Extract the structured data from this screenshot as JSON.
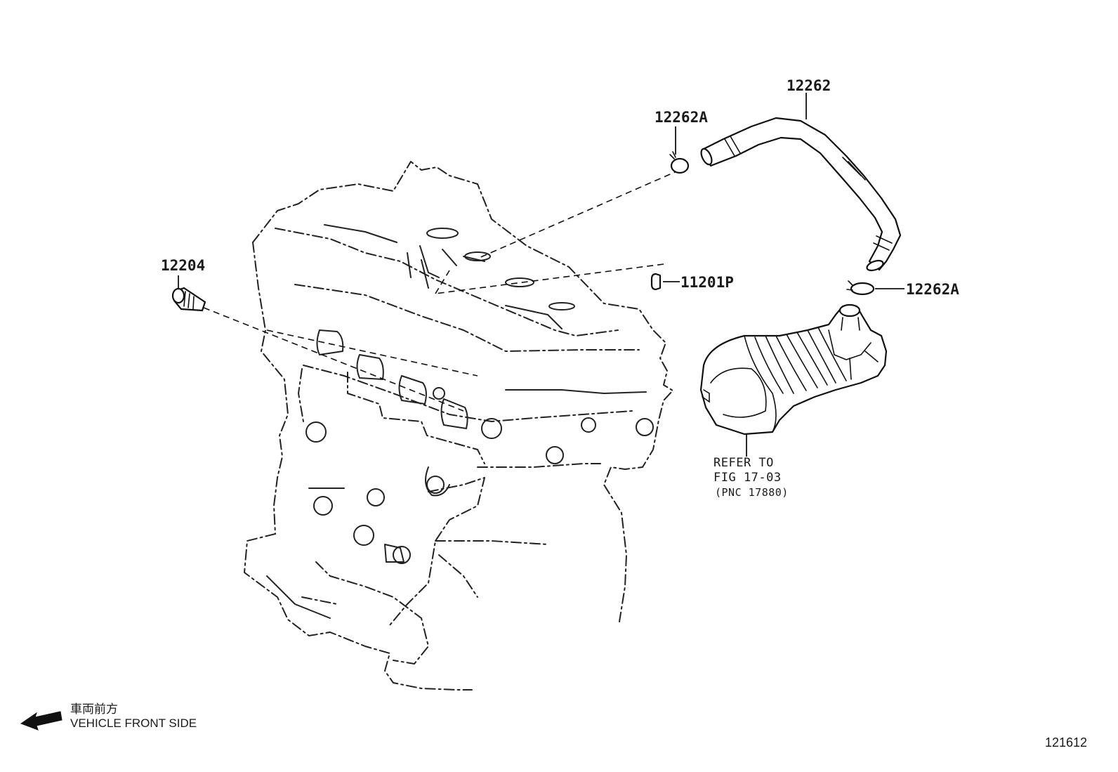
{
  "diagram": {
    "labels": {
      "hose": "12262",
      "clamp_top": "12262A",
      "clamp_right": "12262A",
      "plug": "11201P",
      "pcv_valve": "12204"
    },
    "refer_note": {
      "line1": "REFER TO",
      "line2": "FIG 17-03",
      "line3": "(PNC 17880)"
    },
    "front_indicator": {
      "japanese": "車両前方",
      "english": "VEHICLE FRONT SIDE"
    },
    "figure_number": "121612"
  }
}
